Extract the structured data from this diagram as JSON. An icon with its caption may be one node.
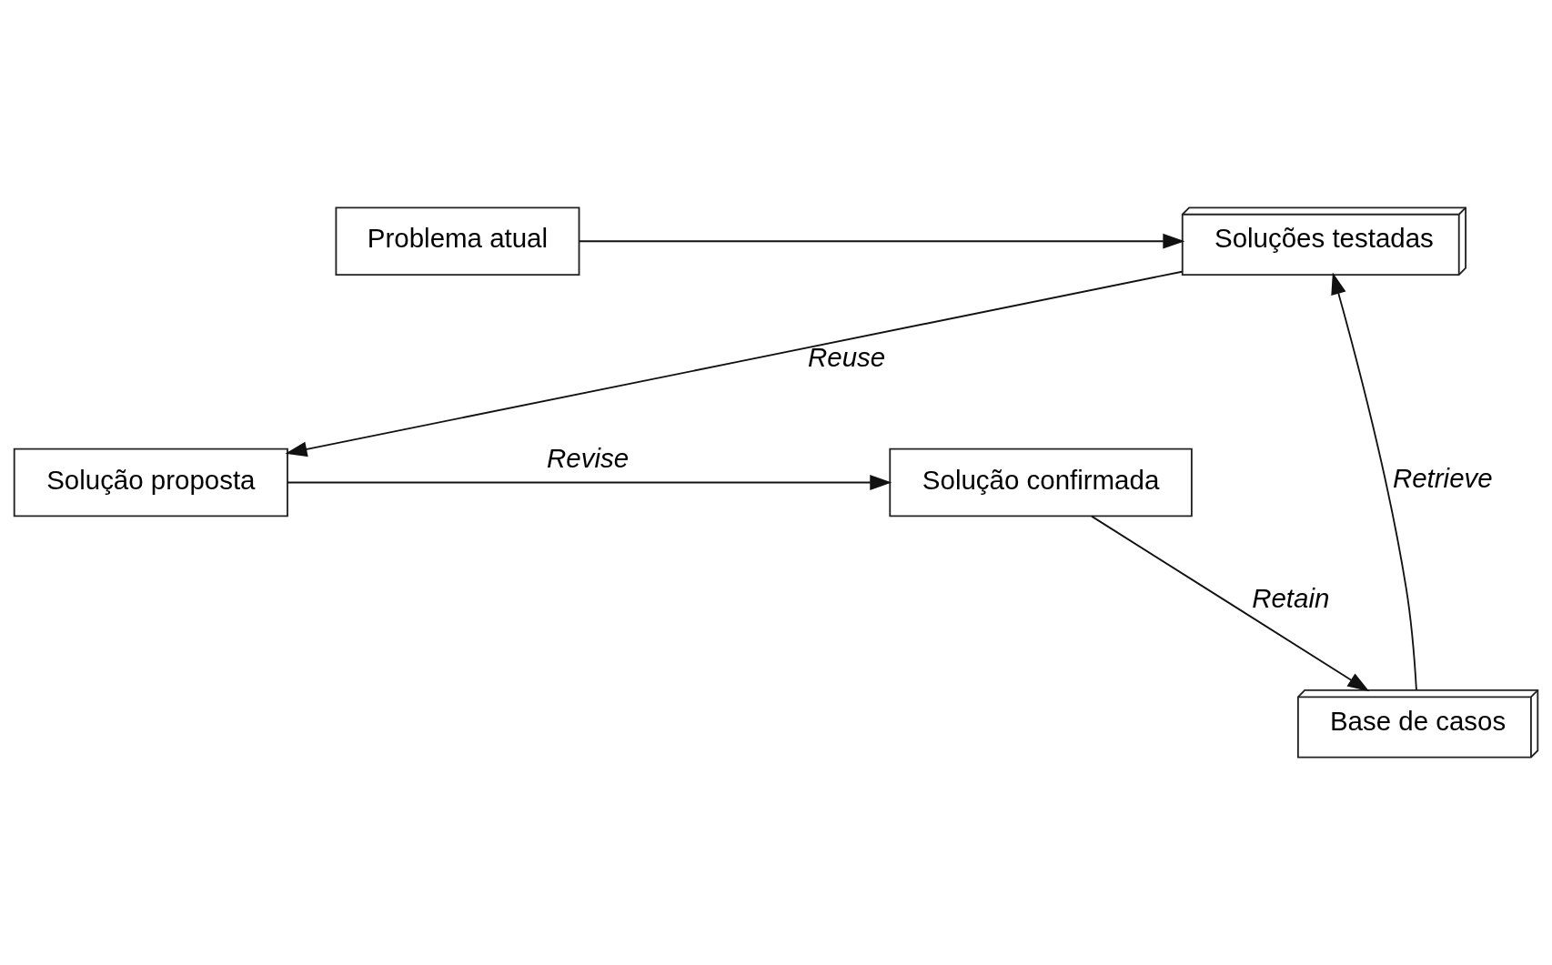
{
  "diagram": {
    "nodes": [
      {
        "text": [
          "Problema atual"
        ]
      },
      {
        "text": [
          "Soluções testadas"
        ]
      },
      {
        "text": [
          "Base de casos"
        ]
      },
      {
        "text": [
          "Solução confirmada"
        ]
      },
      {
        "text": [
          "Solução proposta"
        ]
      }
    ],
    "edges": [
      {
        "from": 0,
        "to": 1,
        "arrow": "to"
      },
      {
        "from": 2,
        "to": 1,
        "arrow": "to",
        "label": "Retrieve"
      },
      {
        "from": 1,
        "to": 4,
        "arrow": "to",
        "label": "Reuse"
      },
      {
        "from": 4,
        "to": 3,
        "arrow": "to",
        "label": "Revise"
      },
      {
        "from": 3,
        "to": 2,
        "arrow": "to",
        "label": "Retain"
      }
    ]
  }
}
